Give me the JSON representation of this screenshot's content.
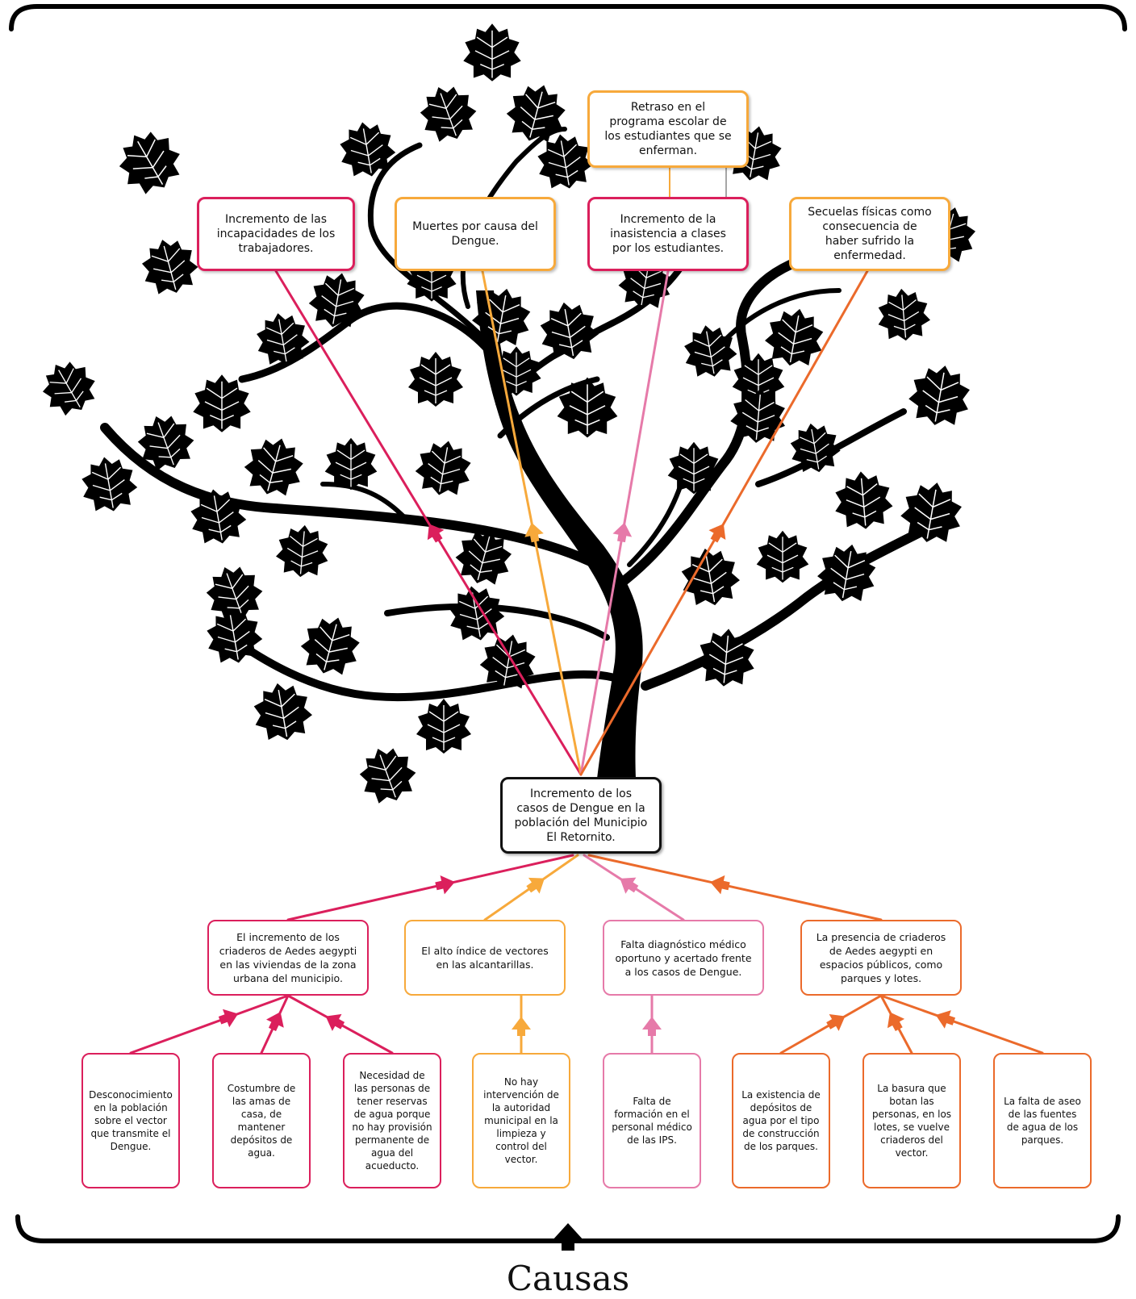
{
  "colors": {
    "crimson": "#db1f5c",
    "amber": "#f7a93b",
    "pink": "#e67aa9",
    "orange": "#eb6a2b",
    "tree": "#000000"
  },
  "icons": {
    "tree": "tree-illustration",
    "leaves": "leaf-icon",
    "causes_arrow": "up-arrow-icon"
  },
  "core_problem": "Incremento de los casos de Dengue en la población del Municipio El Retornito.",
  "effects": [
    {
      "text": "Incremento de las incapacidades de los trabajadores.",
      "color": "crimson"
    },
    {
      "text": "Muertes por causa del Dengue.",
      "color": "amber"
    },
    {
      "text": "Incremento de la inasistencia a clases por los estudiantes.",
      "color": "crimson"
    },
    {
      "text": "Secuelas físicas como consecuencia de haber sufrido la enfermedad.",
      "color": "amber"
    }
  ],
  "secondary_effect": {
    "text": "Retraso en el programa escolar de los estudiantes que se enferman.",
    "color": "amber"
  },
  "direct_causes": [
    {
      "text": "El incremento de los criaderos de Aedes aegypti en las viviendas de la zona urbana del municipio.",
      "color": "crimson"
    },
    {
      "text": "El alto índice de vectores en las alcantarillas.",
      "color": "amber"
    },
    {
      "text": "Falta diagnóstico médico oportuno y acertado frente a los casos de Dengue.",
      "color": "pink"
    },
    {
      "text": "La presencia de criaderos de Aedes aegypti en espacios públicos, como parques y lotes.",
      "color": "orange"
    }
  ],
  "root_causes": [
    {
      "text": "Desconocimiento en la población sobre el vector que transmite el Dengue.",
      "color": "crimson"
    },
    {
      "text": "Costumbre de las amas de casa, de mantener depósitos de agua.",
      "color": "crimson"
    },
    {
      "text": "Necesidad de las personas de tener reservas de agua porque no hay provisión permanente de agua del acueducto.",
      "color": "crimson"
    },
    {
      "text": "No hay intervención de la autoridad municipal en la limpieza y control del vector.",
      "color": "amber"
    },
    {
      "text": "Falta de formación en el personal médico de las IPS.",
      "color": "pink"
    },
    {
      "text": "La existencia de depósitos de agua por el tipo de construcción de los parques.",
      "color": "orange"
    },
    {
      "text": "La basura que botan las personas, en los lotes, se vuelve criaderos del vector.",
      "color": "orange"
    },
    {
      "text": "La falta de aseo de las fuentes de agua de los parques.",
      "color": "orange"
    }
  ],
  "footer_label": "Causas"
}
